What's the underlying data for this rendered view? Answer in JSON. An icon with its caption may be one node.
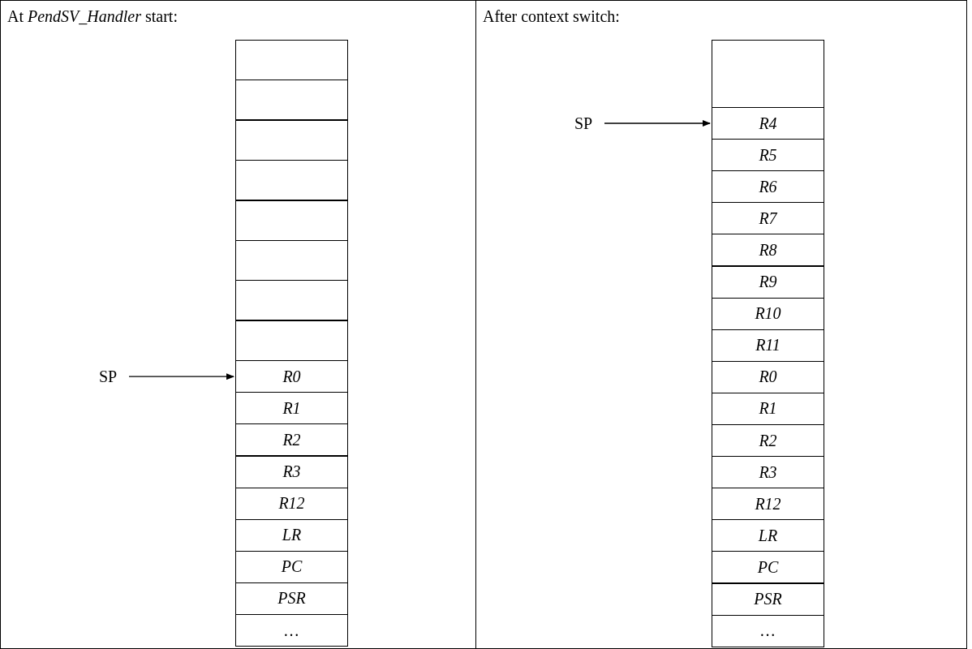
{
  "diagram": {
    "nodes": [
      {
        "text": [
          "At *PendSV_Handler* start:"
        ]
      },
      {
        "text": [],
        "shape": "box",
        "in": 0
      },
      {
        "text": [],
        "shape": "box",
        "in": 0
      },
      {
        "text": [],
        "shape": "box",
        "in": 0
      },
      {
        "text": [],
        "shape": "box",
        "in": 0
      },
      {
        "text": [],
        "shape": "box",
        "in": 0
      },
      {
        "text": [],
        "shape": "box",
        "in": 0
      },
      {
        "text": [],
        "shape": "box",
        "in": 0
      },
      {
        "text": [],
        "shape": "box",
        "in": 0
      },
      {
        "text": [
          "R0"
        ],
        "in": 0
      },
      {
        "text": [
          "R1"
        ],
        "in": 0
      },
      {
        "text": [
          "R2"
        ],
        "in": 0
      },
      {
        "text": [
          "R3"
        ],
        "in": 0
      },
      {
        "text": [
          "R12"
        ],
        "in": 0
      },
      {
        "text": [
          "LR"
        ],
        "in": 0
      },
      {
        "text": [
          "PC"
        ],
        "in": 0
      },
      {
        "text": [
          "PSR"
        ],
        "in": 0
      },
      {
        "text": [
          "…"
        ],
        "in": 0
      },
      {
        "text": [
          "SP"
        ],
        "in": 0
      },
      {
        "text": [
          "After context switch:"
        ]
      },
      {
        "text": [],
        "shape": "box",
        "in": 19
      },
      {
        "text": [
          "R4"
        ],
        "in": 19
      },
      {
        "text": [
          "R5"
        ],
        "in": 19
      },
      {
        "text": [
          "R6"
        ],
        "in": 19
      },
      {
        "text": [
          "R7"
        ],
        "in": 19
      },
      {
        "text": [
          "R8"
        ],
        "in": 19
      },
      {
        "text": [
          "R9"
        ],
        "in": 19
      },
      {
        "text": [
          "R10"
        ],
        "in": 19
      },
      {
        "text": [
          "R11"
        ],
        "in": 19
      },
      {
        "text": [
          "R0"
        ],
        "in": 19
      },
      {
        "text": [
          "R1"
        ],
        "in": 19
      },
      {
        "text": [
          "R2"
        ],
        "in": 19
      },
      {
        "text": [
          "R3"
        ],
        "in": 19
      },
      {
        "text": [
          "R12"
        ],
        "in": 19
      },
      {
        "text": [
          "LR"
        ],
        "in": 19
      },
      {
        "text": [
          "PC"
        ],
        "in": 19
      },
      {
        "text": [
          "PSR"
        ],
        "in": 19
      },
      {
        "text": [
          "…"
        ],
        "in": 19
      },
      {
        "text": [
          "SP"
        ],
        "in": 19
      }
    ],
    "edges": [
      {
        "from": 18,
        "to": 9,
        "arrow": "to"
      },
      {
        "from": 38,
        "to": 21,
        "arrow": "to"
      }
    ]
  }
}
